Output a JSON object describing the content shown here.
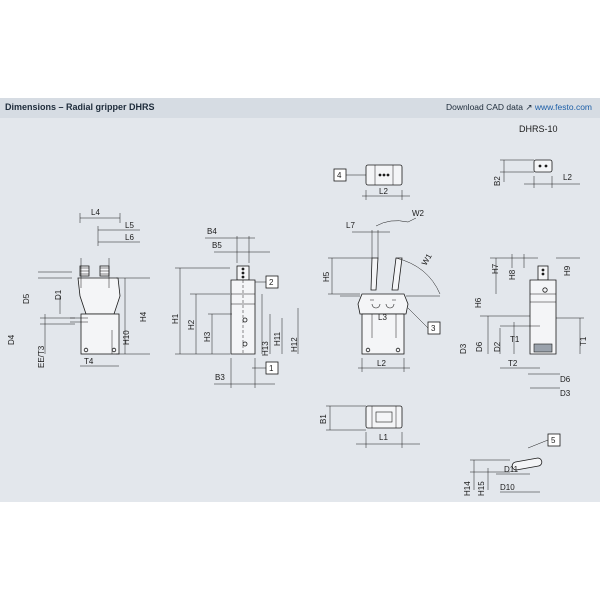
{
  "header": {
    "title": "Dimensions – Radial gripper DHRS",
    "download_label": "Download CAD data",
    "download_icon": "link-arrow-icon",
    "download_url": "www.festo.com"
  },
  "model_label": "DHRS-10",
  "dims": {
    "L1": "L1",
    "L2": "L2",
    "L3": "L3",
    "L4": "L4",
    "L5": "L5",
    "L6": "L6",
    "L7": "L7",
    "B1": "B1",
    "B2": "B2",
    "B3": "B3",
    "B4": "B4",
    "B5": "B5",
    "D1": "D1",
    "D2": "D2",
    "D3": "D3",
    "D4": "D4",
    "D5": "D5",
    "D6": "D6",
    "D10": "D10",
    "D11": "D11",
    "EE_T3": "EE/T3",
    "H1": "H1",
    "H2": "H2",
    "H3": "H3",
    "H4": "H4",
    "H5": "H5",
    "H6": "H6",
    "H7": "H7",
    "H8": "H8",
    "H9": "H9",
    "H10": "H10",
    "H11": "H11",
    "H12": "H12",
    "H13": "H13",
    "H14": "H14",
    "H15": "H15",
    "T1": "T1",
    "T2": "T2",
    "T4": "T4",
    "W1": "W1",
    "W2": "W2"
  },
  "callouts": [
    "1",
    "2",
    "3",
    "4",
    "5"
  ],
  "colors": {
    "panel": "#e3e7ec",
    "header": "#d6dce3",
    "line": "#1b1b1b",
    "body_fill": "#f4f5f7"
  }
}
